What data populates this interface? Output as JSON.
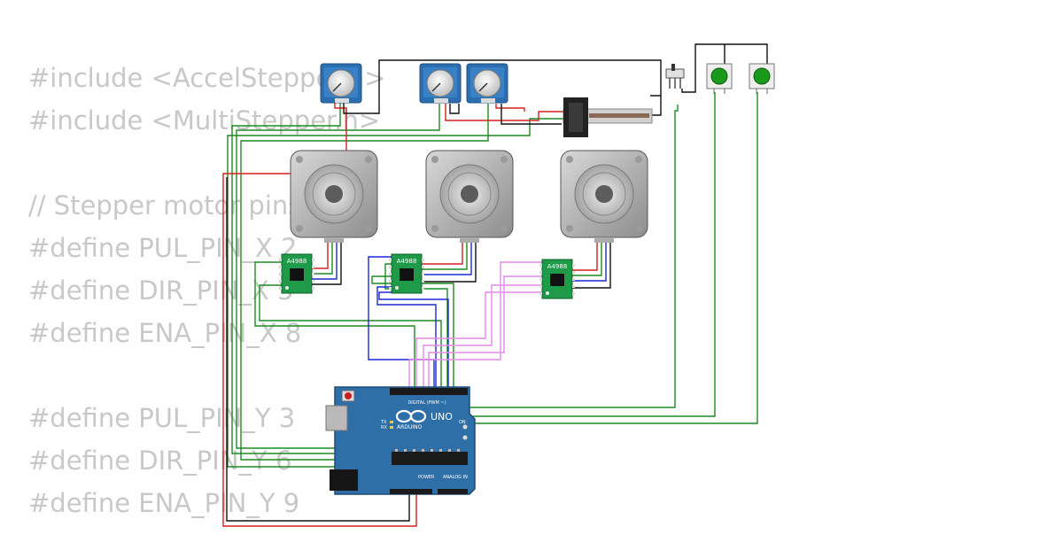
{
  "code_lines": [
    "#include <AccelStepper.h>",
    "#include <MultiStepper.h>",
    "",
    "// Stepper motor pins",
    "#define PUL_PIN_X 2",
    "#define DIR_PIN_X 5",
    "#define ENA_PIN_X 8",
    "",
    "#define PUL_PIN_Y 3",
    "#define DIR_PIN_Y 6",
    "#define ENA_PIN_Y 9"
  ],
  "drivers": [
    {
      "label": "A4988"
    },
    {
      "label": "A4988"
    },
    {
      "label": "A4988"
    }
  ],
  "arduino": {
    "logo_text": "UNO",
    "brand_text": "ARDUINO",
    "digital_header_label": "DIGITAL (PWM ~)",
    "power_label": "POWER",
    "analog_label": "ANALOG IN",
    "tx_label": "TX",
    "rx_label": "RX",
    "on_label": "ON"
  },
  "colors": {
    "wire_green": "#1f8a22",
    "wire_red": "#d42020",
    "wire_black": "#111111",
    "wire_blue": "#1a2ad0",
    "wire_pink": "#e38ae8",
    "board_blue": "#2f6fa8",
    "driver_green": "#1f9a48",
    "button_green": "#1a9a1a",
    "pot_blue": "#2b6fb0"
  }
}
